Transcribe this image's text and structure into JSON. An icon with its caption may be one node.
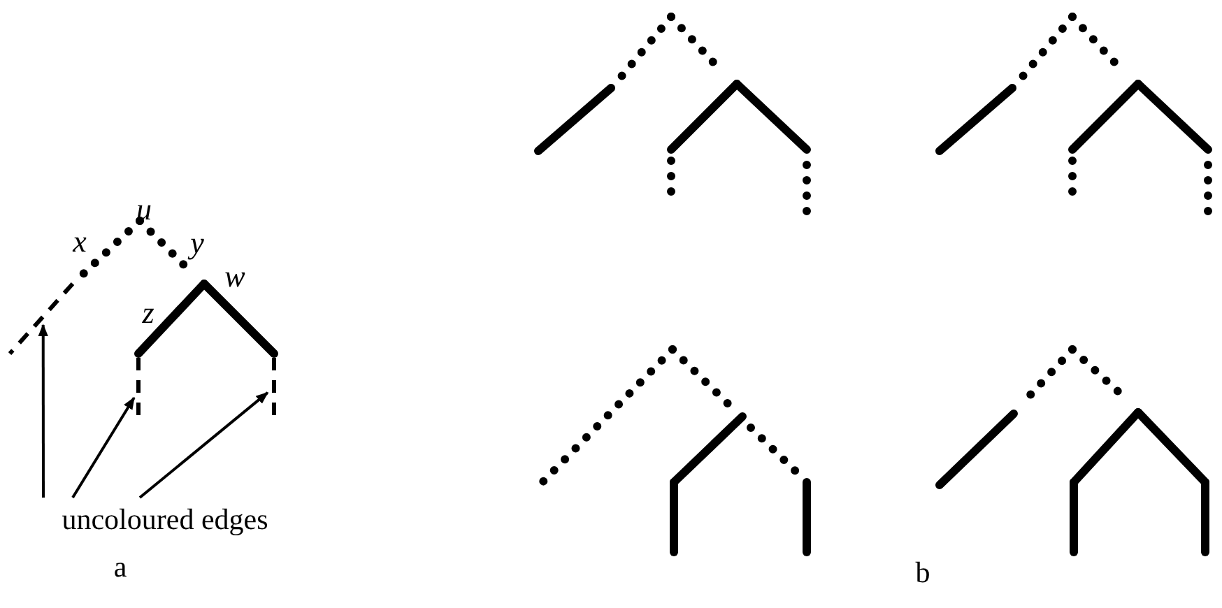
{
  "diagram": {
    "nodes": [
      {
        "text": [
          "uncoloured edges"
        ]
      },
      {
        "text": [],
        "shape": "line"
      },
      {
        "text": [],
        "shape": "line"
      },
      {
        "text": [],
        "shape": "line"
      }
    ],
    "edges": [
      {
        "from": 0,
        "to": 1,
        "arrow": "to"
      },
      {
        "from": 0,
        "to": 2,
        "arrow": "to"
      },
      {
        "from": 0,
        "to": 3,
        "arrow": "to"
      }
    ],
    "labels": [
      "u",
      "x",
      "y",
      "w",
      "z",
      "a",
      "b"
    ]
  }
}
